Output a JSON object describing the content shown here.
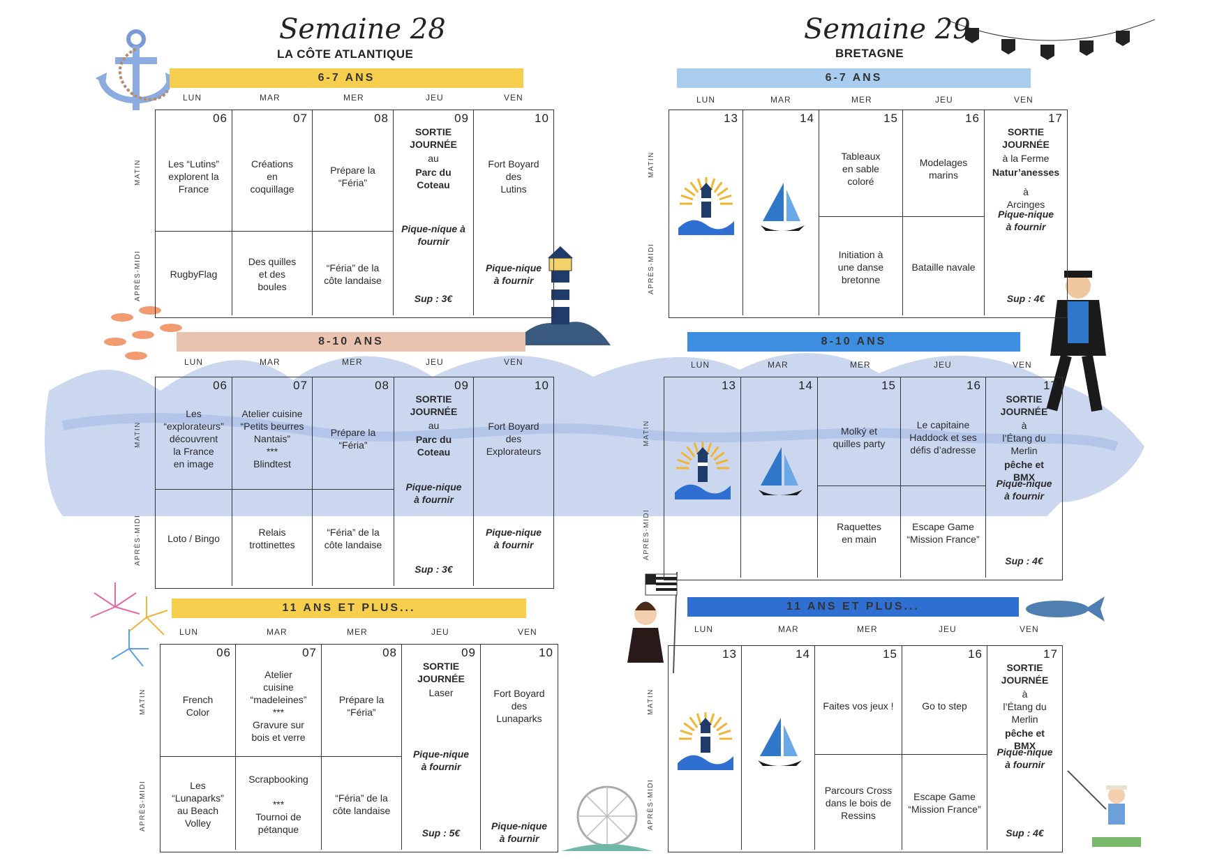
{
  "days": [
    "LUN",
    "MAR",
    "MER",
    "JEU",
    "VEN"
  ],
  "side_labels": {
    "matin": "MATIN",
    "apres_midi": "APRÈS-MIDI"
  },
  "colors": {
    "yellow": "#f6cf4f",
    "peach": "#e9c2b0",
    "lightblue": "#a9cdee",
    "blue": "#3d8ee0",
    "darkblue": "#2f6fd2",
    "wave": "#b9c9ea"
  },
  "left": {
    "title": "Semaine 28",
    "subtitle": "LA CÔTE ATLANTIQUE",
    "blocks": [
      {
        "band": "6-7 ANS",
        "dates": [
          "06",
          "07",
          "08",
          "09",
          "10"
        ],
        "cells": [
          {
            "matin": "Les “Lutins”\nexplorent la\nFrance",
            "am": "RugbyFlag"
          },
          {
            "matin": "Créations\nen\ncoquillage",
            "am": "Des quilles\net des\nboules"
          },
          {
            "matin": "Prépare la\n“Féria”",
            "am": "“Féria” de la\ncôte landaise"
          },
          {
            "sortie": "SORTIE\nJOURNÉE",
            "sortie2": "au",
            "sortie3": "Parc du\nCoteau",
            "pique": "Pique-nique à\nfournir",
            "sup": "Sup : 3€"
          },
          {
            "matin": "Fort Boyard\ndes\nLutins",
            "pique": "Pique-nique\nà fournir"
          }
        ]
      },
      {
        "band": "8-10 ANS",
        "dates": [
          "06",
          "07",
          "08",
          "09",
          "10"
        ],
        "cells": [
          {
            "matin": "Les\n“explorateurs”\ndécouvrent\nla France\nen image",
            "am": "Loto / Bingo"
          },
          {
            "matin": "Atelier cuisine\n“Petits beurres\nNantais”\n***\nBlindtest",
            "am": "Relais\ntrottinettes"
          },
          {
            "matin": "Prépare la\n“Féria”",
            "am": "“Féria” de la\ncôte landaise"
          },
          {
            "sortie": "SORTIE\nJOURNÉE",
            "sortie2": "au",
            "sortie3": "Parc du\nCoteau",
            "pique": "Pique-nique\nà fournir",
            "sup": "Sup : 3€"
          },
          {
            "matin": "Fort Boyard\ndes\nExplorateurs",
            "pique": "Pique-nique\nà fournir"
          }
        ]
      },
      {
        "band": "11 ANS ET PLUS...",
        "dates": [
          "06",
          "07",
          "08",
          "09",
          "10"
        ],
        "cells": [
          {
            "matin": "French\nColor",
            "am": "Les\n“Lunaparks”\nau Beach\nVolley"
          },
          {
            "matin": "Atelier\ncuisine\n“madeleines”\n***\nGravure sur\nbois et verre",
            "am": "Scrapbooking\n\n***\nTournoi de\npétanque"
          },
          {
            "matin": "Prépare la\n“Féria”",
            "am": "“Féria” de la\ncôte landaise"
          },
          {
            "sortie": "SORTIE\nJOURNÉE",
            "sortie2": "Laser",
            "pique": "Pique-nique\nà fournir",
            "sup": "Sup : 5€"
          },
          {
            "matin": "Fort Boyard\ndes\nLunaparks",
            "pique": "Pique-nique\nà fournir"
          }
        ]
      }
    ]
  },
  "right": {
    "title": "Semaine 29",
    "subtitle": "BRETAGNE",
    "blocks": [
      {
        "band": "6-7 ANS",
        "dates": [
          "13",
          "14",
          "15",
          "16",
          "17"
        ],
        "cells": [
          {
            "icon": "lighthouse-icon"
          },
          {
            "icon": "sailboat-icon"
          },
          {
            "matin": "Tableaux\nen sable\ncoloré",
            "am": "Initiation à\nune danse\nbretonne"
          },
          {
            "matin": "Modelages\nmarins",
            "am": "Bataille navale"
          },
          {
            "sortie": "SORTIE\nJOURNÉE",
            "sortie2": "à la Ferme",
            "sortie3": "Natur’anesses",
            "sortie4": "à\nArcinges",
            "pique": "Pique-nique\nà fournir",
            "sup": "Sup : 4€"
          }
        ]
      },
      {
        "band": "8-10 ANS",
        "dates": [
          "13",
          "14",
          "15",
          "16",
          "17"
        ],
        "cells": [
          {
            "icon": "lighthouse-icon"
          },
          {
            "icon": "sailboat-icon"
          },
          {
            "matin": "Molký et\nquilles party",
            "am": "Raquettes\nen main"
          },
          {
            "matin": "Le capitaine\nHaddock et ses\ndéfis d’adresse",
            "am": "Escape Game\n“Mission France”"
          },
          {
            "sortie": "SORTIE\nJOURNÉE",
            "sortie2": "à\nl’Étang du\nMerlin",
            "sortie3": "pêche et\nBMX",
            "pique": "Pique-nique\nà fournir",
            "sup": "Sup : 4€"
          }
        ]
      },
      {
        "band": "11 ANS ET PLUS...",
        "dates": [
          "13",
          "14",
          "15",
          "16",
          "17"
        ],
        "cells": [
          {
            "icon": "lighthouse-icon"
          },
          {
            "icon": "sailboat-icon"
          },
          {
            "matin": "Faites vos jeux !",
            "am": "Parcours Cross\ndans le bois de\nRessins"
          },
          {
            "matin": "Go to step",
            "am": "Escape Game\n“Mission France”"
          },
          {
            "sortie": "SORTIE\nJOURNÉE",
            "sortie2": "à\nl’Étang du\nMerlin",
            "sortie3": "pêche et\nBMX",
            "pique": "Pique-nique\nà fournir",
            "sup": "Sup : 4€"
          }
        ]
      }
    ]
  }
}
